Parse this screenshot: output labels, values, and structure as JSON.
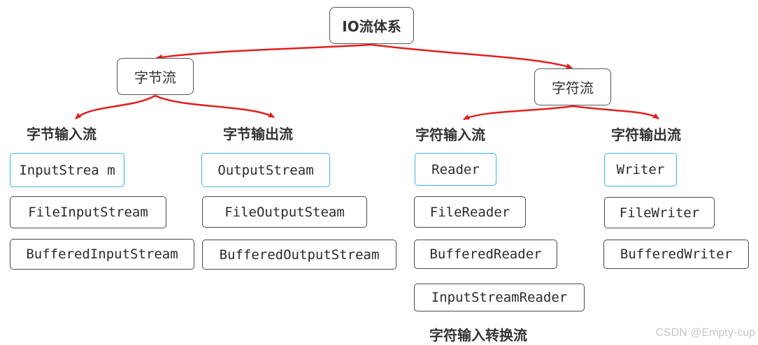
{
  "root": "IO流体系",
  "byte_stream": {
    "title": "字节流",
    "input": {
      "heading": "字节输入流",
      "base": "InputStrea m",
      "impls": [
        "FileInputStream",
        "BufferedInputStream"
      ]
    },
    "output": {
      "heading": "字节输出流",
      "base": "OutputStream",
      "impls": [
        "FileOutputSteam",
        "BufferedOutputStream"
      ]
    }
  },
  "char_stream": {
    "title": "字符流",
    "input": {
      "heading": "字符输入流",
      "base": "Reader",
      "impls": [
        "FileReader",
        "BufferedReader",
        "InputStreamReader"
      ],
      "note": "字符输入转换流"
    },
    "output": {
      "heading": "字符输出流",
      "base": "Writer",
      "impls": [
        "FileWriter",
        "BufferedWriter"
      ]
    }
  },
  "watermark": "CSDN @Empty-cup",
  "colors": {
    "arrow": "#e02020",
    "base_border": "#3ab4e0",
    "box_border": "#4a4a4a"
  }
}
